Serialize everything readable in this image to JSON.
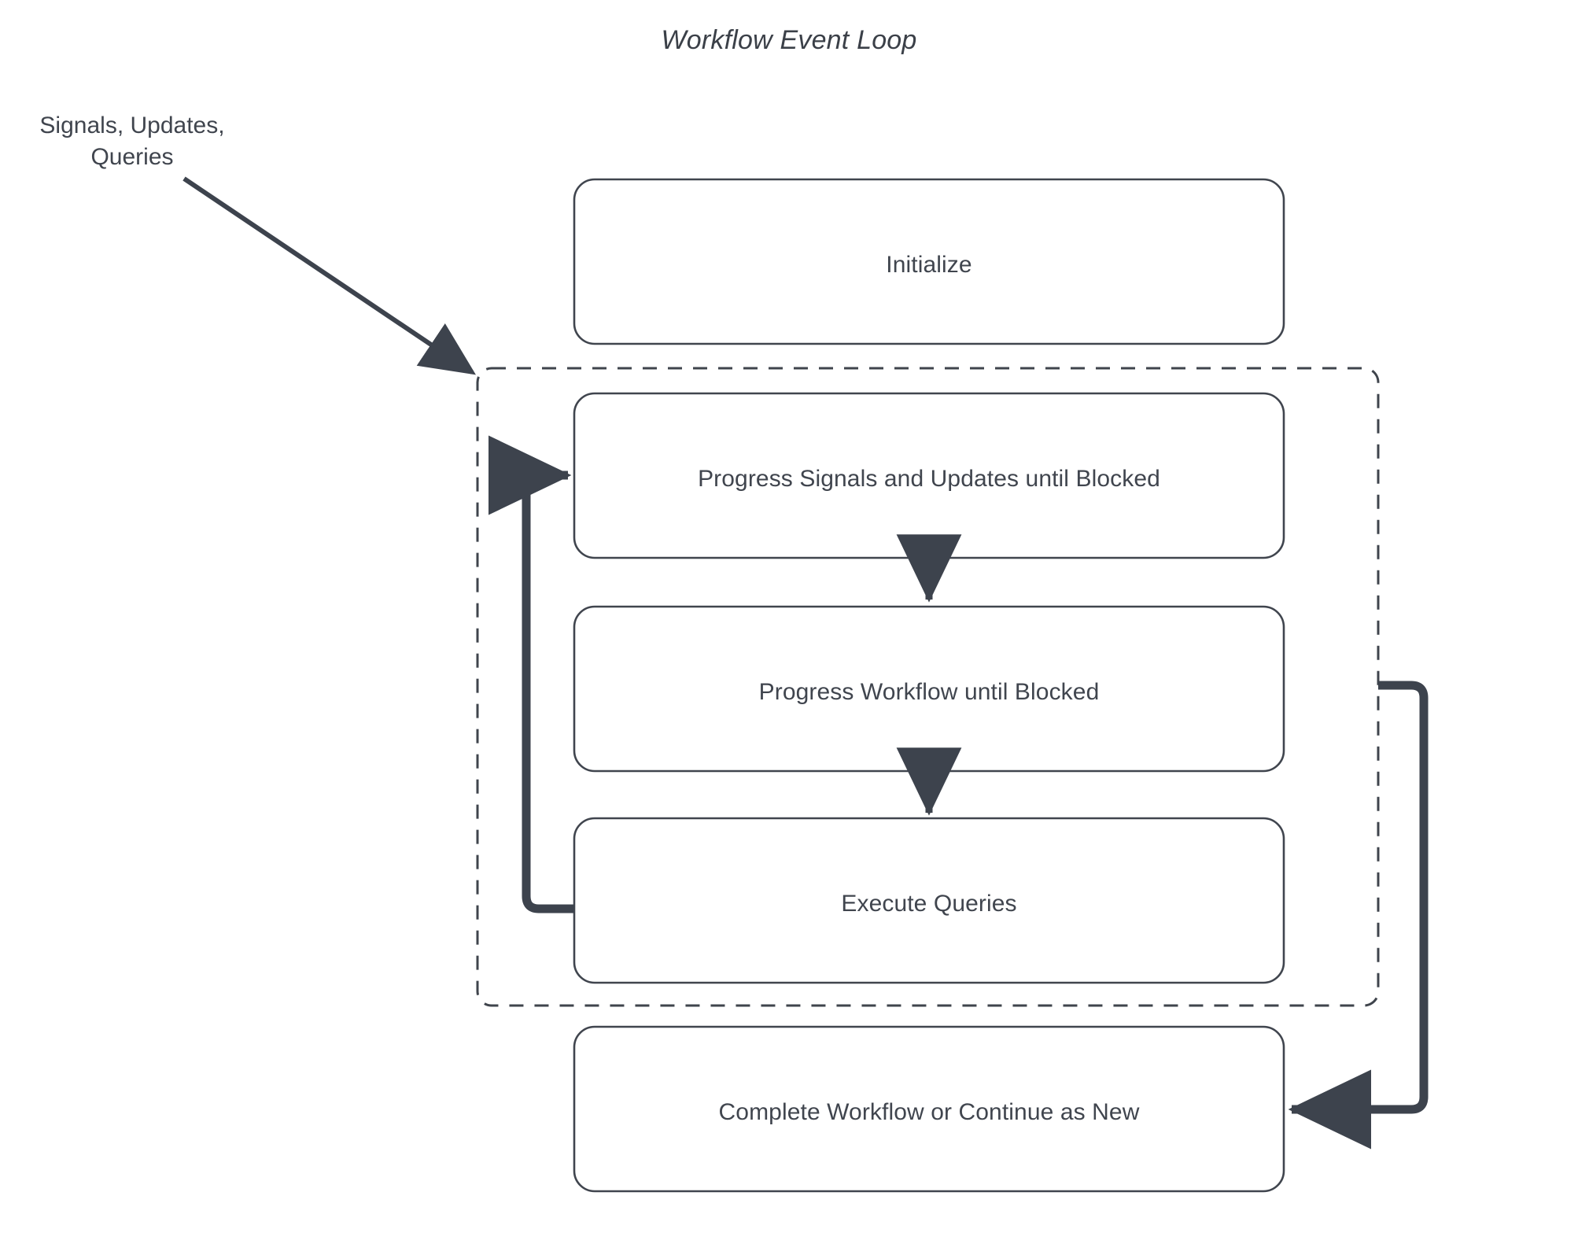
{
  "diagram": {
    "title": "Workflow Event Loop",
    "type": "flowchart",
    "background_color": "#ffffff",
    "node_border_color": "#40454e",
    "node_fill_color": "#ffffff",
    "edge_color": "#3d434d",
    "text_color": "#40454e",
    "group_border_style": "dashed",
    "nodes": [
      {
        "id": "initialize",
        "label": "Initialize"
      },
      {
        "id": "progress-signals",
        "label": "Progress Signals and Updates until Blocked"
      },
      {
        "id": "progress-workflow",
        "label": "Progress Workflow until Blocked"
      },
      {
        "id": "execute-queries",
        "label": "Execute Queries"
      },
      {
        "id": "complete-workflow",
        "label": "Complete Workflow or Continue as New"
      }
    ],
    "group": {
      "id": "event-loop-group",
      "label": ""
    },
    "edge_labels": [
      {
        "id": "external-input",
        "label": "Signals, Updates,\nQueries"
      }
    ],
    "edges": [
      {
        "from": "external-input",
        "to": "event-loop-group",
        "style": "solid-arrow"
      },
      {
        "from": "progress-signals",
        "to": "progress-workflow",
        "style": "solid-arrow"
      },
      {
        "from": "progress-workflow",
        "to": "execute-queries",
        "style": "solid-arrow"
      },
      {
        "from": "execute-queries",
        "to": "progress-signals",
        "style": "loop-back-arrow"
      },
      {
        "from": "event-loop-group",
        "to": "complete-workflow",
        "style": "solid-arrow"
      }
    ]
  }
}
